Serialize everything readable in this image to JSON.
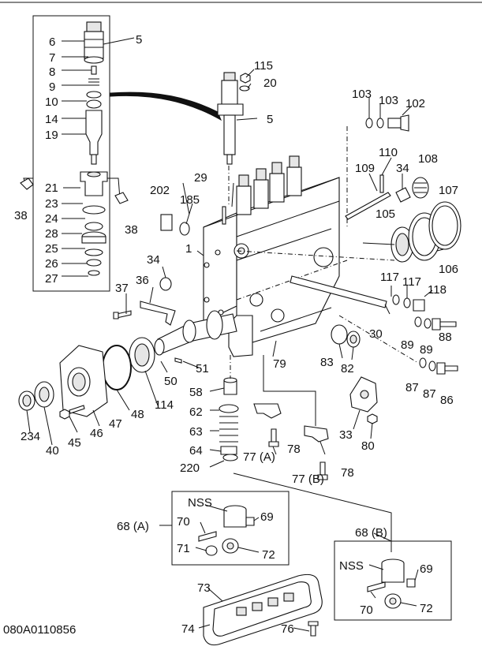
{
  "diagram": {
    "drawing_code": "080A0110856",
    "part_labels": {
      "p6": "6",
      "p7": "7",
      "p8": "8",
      "p9": "9",
      "p10": "10",
      "p14": "14",
      "p19": "19",
      "p5a": "5",
      "p5b": "5",
      "p115": "115",
      "p20": "20",
      "p103a": "103",
      "p103b": "103",
      "p102": "102",
      "p21": "21",
      "p23": "23",
      "p24": "24",
      "p28": "28",
      "p25": "25",
      "p26": "26",
      "p27": "27",
      "p38a": "38",
      "p38b": "38",
      "p29": "29",
      "p202": "202",
      "p185": "185",
      "p1": "1",
      "p110": "110",
      "p109": "109",
      "p34a": "34",
      "p108": "108",
      "p107": "107",
      "p105": "105",
      "p106": "106",
      "p34b": "34",
      "p37": "37",
      "p36": "36",
      "p117a": "117",
      "p117b": "117",
      "p118": "118",
      "p30": "30",
      "p89a": "89",
      "p89b": "89",
      "p88": "88",
      "p83": "83",
      "p82": "82",
      "p79": "79",
      "p51": "51",
      "p50": "50",
      "p114": "114",
      "p87a": "87",
      "p87b": "87",
      "p86": "86",
      "p48": "48",
      "p47": "47",
      "p46": "46",
      "p45": "45",
      "p40": "40",
      "p234": "234",
      "p58": "58",
      "p62": "62",
      "p63": "63",
      "p64": "64",
      "p220": "220",
      "p77a": "77 (A)",
      "p78a": "78",
      "p77b": "77 (B)",
      "p78b": "78",
      "p33": "33",
      "p80": "80",
      "p68a": "68 (A)",
      "nss_a": "NSS",
      "p69a": "69",
      "p70a": "70",
      "p71": "71",
      "p72a": "72",
      "p68b": "68 (B)",
      "nss_b": "NSS",
      "p69b": "69",
      "p70b": "70",
      "p72b": "72",
      "p73": "73",
      "p74": "74",
      "p76": "76"
    }
  }
}
